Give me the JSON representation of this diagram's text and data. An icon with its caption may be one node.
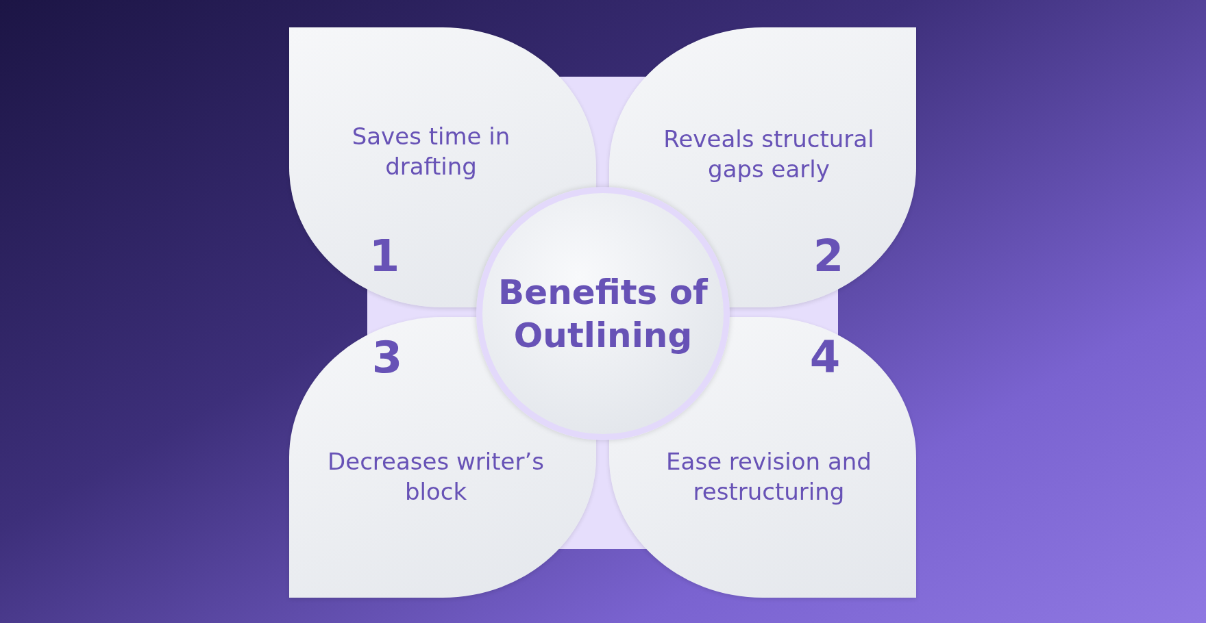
{
  "diagram": {
    "nodes": [
      {
        "text": [
          "Saves time in drafting",
          "1"
        ]
      },
      {
        "text": [
          "Reveals structural gaps early",
          "2"
        ]
      },
      {
        "text": [
          "Benefits of Outlining"
        ]
      },
      {
        "text": [
          "3",
          "Decreases writer’s block"
        ]
      },
      {
        "text": [
          "4",
          "Ease revision and restructuring"
        ]
      }
    ]
  }
}
